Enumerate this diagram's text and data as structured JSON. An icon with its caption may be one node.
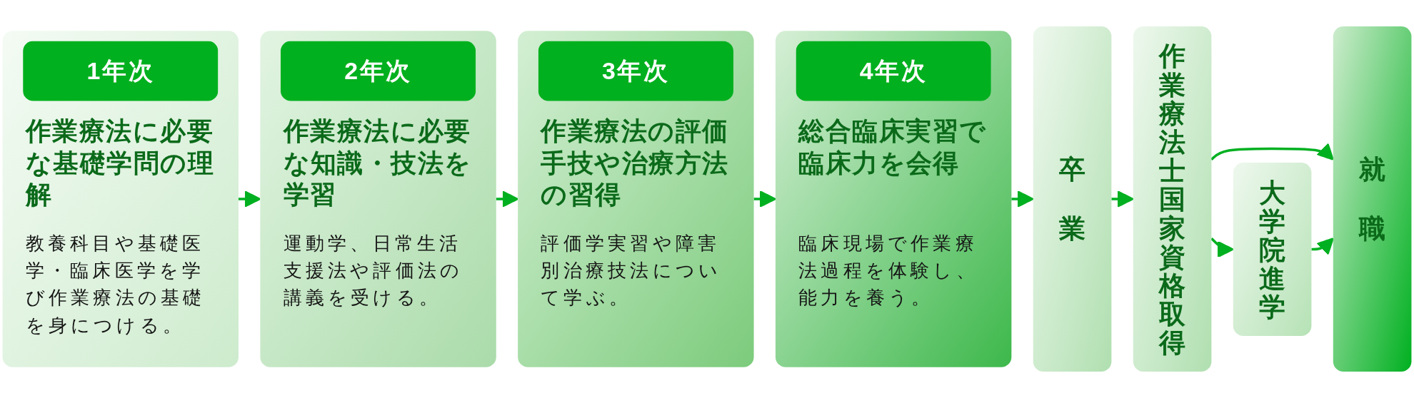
{
  "diagram": {
    "nodes": [
      {
        "text": [
          "1年次",
          "作業療法に必要な基礎学問の理解",
          "教養科目や基礎医学・臨床医学を学び作業療法の基礎を身につける。"
        ]
      },
      {
        "text": [
          "2年次",
          "作業療法に必要な知識・技法を学習",
          "運動学、日常生活支援法や評価法の講義を受ける。"
        ]
      },
      {
        "text": [
          "3年次",
          "作業療法の評価手技や治療方法の習得",
          "評価学実習や障害別治療技法について学ぶ。"
        ]
      },
      {
        "text": [
          "4年次",
          "総合臨床実習で臨床力を会得",
          "臨床現場で作業療法過程を体験し、能力を養う。"
        ]
      },
      {
        "text": [
          "卒業"
        ]
      },
      {
        "text": [
          "作業療法士国家資格取得"
        ]
      },
      {
        "text": [
          "大学院進学"
        ]
      },
      {
        "text": [
          "就職"
        ]
      }
    ],
    "edges": [
      {
        "from": 0,
        "to": 1,
        "arrow": "to"
      },
      {
        "from": 1,
        "to": 2,
        "arrow": "to"
      },
      {
        "from": 2,
        "to": 3,
        "arrow": "to"
      },
      {
        "from": 3,
        "to": 4,
        "arrow": "to"
      },
      {
        "from": 4,
        "to": 5,
        "arrow": "to"
      },
      {
        "from": 5,
        "to": 7,
        "arrow": "to"
      },
      {
        "from": 5,
        "to": 6,
        "arrow": "to"
      },
      {
        "from": 6,
        "to": 7,
        "arrow": "to"
      }
    ]
  }
}
